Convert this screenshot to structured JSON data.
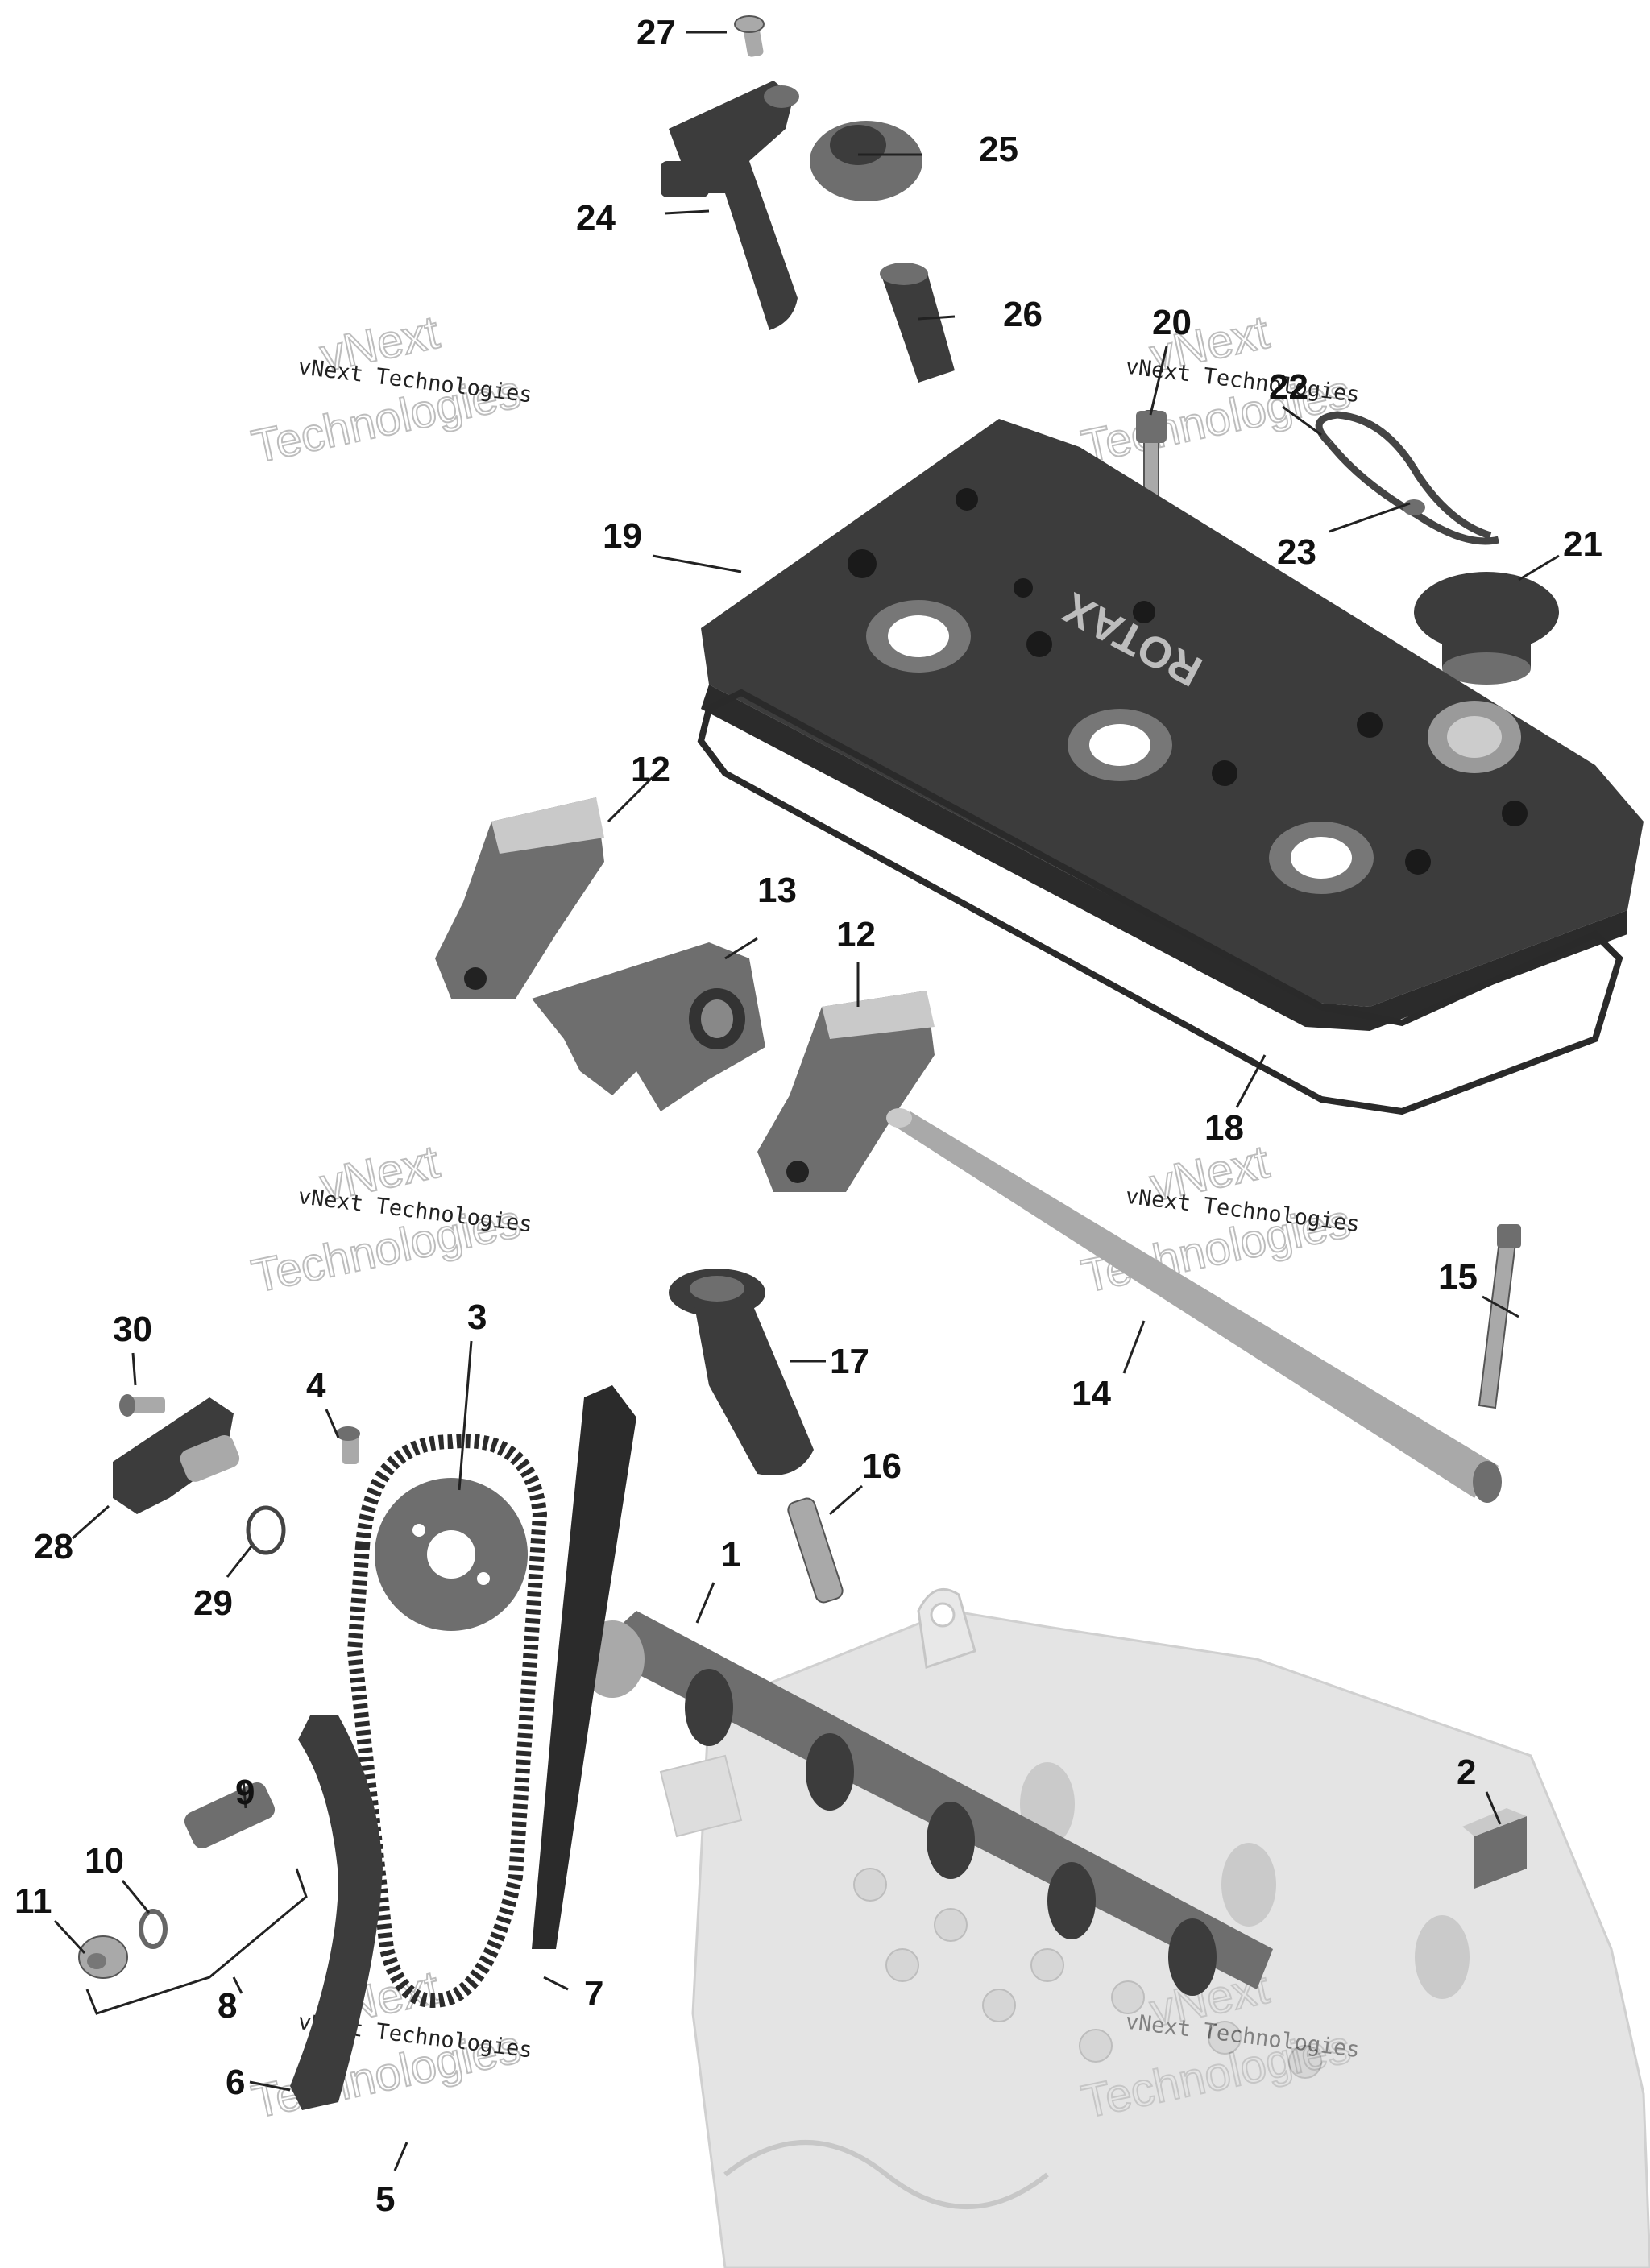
{
  "watermark": {
    "big_line1": "vNext",
    "big_line2": "Technologies",
    "small": "vNext Technologies"
  },
  "valve_cover_brand": "ROTAX",
  "callouts": {
    "c1": "1",
    "c2": "2",
    "c3": "3",
    "c4": "4",
    "c5": "5",
    "c6": "6",
    "c7": "7",
    "c8": "8",
    "c9": "9",
    "c10": "10",
    "c11": "11",
    "c12a": "12",
    "c12b": "12",
    "c13": "13",
    "c14": "14",
    "c15": "15",
    "c16": "16",
    "c17": "17",
    "c18": "18",
    "c19": "19",
    "c20": "20",
    "c21": "21",
    "c22": "22",
    "c23": "23",
    "c24": "24",
    "c25": "25",
    "c26": "26",
    "c27": "27",
    "c28": "28",
    "c29": "29",
    "c30": "30"
  }
}
